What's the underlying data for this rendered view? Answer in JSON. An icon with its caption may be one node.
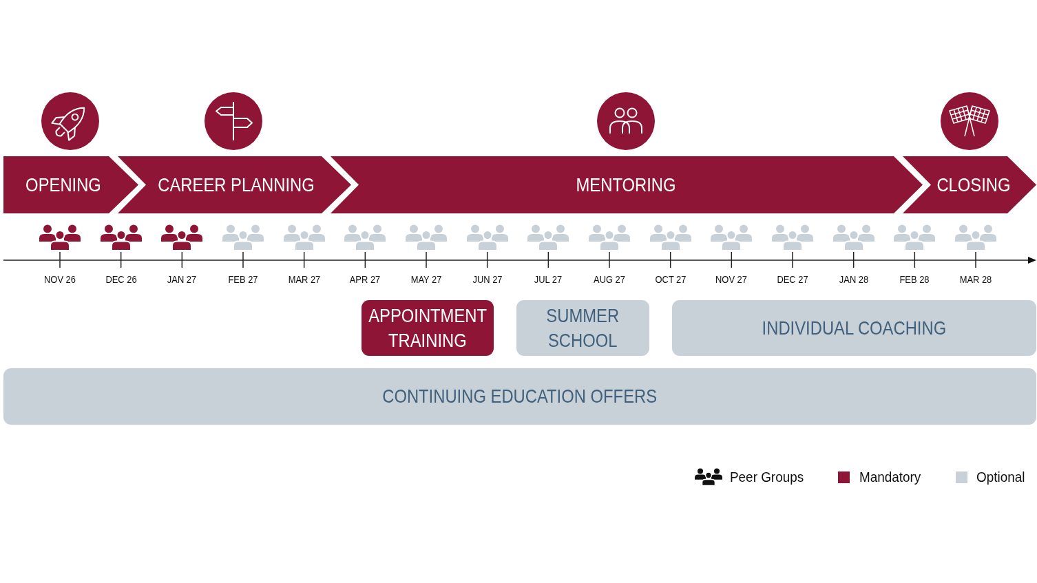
{
  "diagram": {
    "nodes": [
      {
        "text": [
          "OPENING"
        ]
      },
      {
        "text": [
          "CAREER PLANNING"
        ]
      },
      {
        "text": [
          "MENTORING"
        ]
      },
      {
        "text": [
          "CLOSING"
        ]
      },
      {
        "text": [
          "APPOINTMENT TRAINING"
        ]
      },
      {
        "text": [
          "SUMMER SCHOOL"
        ]
      },
      {
        "text": [
          "INDIVIDUAL COACHING"
        ]
      },
      {
        "text": [
          "CONTINUING EDUCATION OFFERS"
        ]
      }
    ],
    "labels": [
      "NOV 26",
      "DEC 26",
      "JAN 27",
      "FEB 27",
      "MAR 27",
      "APR 27",
      "MAY 27",
      "JUN 27",
      "JUL 27",
      "AUG 27",
      "OCT 27",
      "NOV 27",
      "DEC 27",
      "JAN 28",
      "FEB 28",
      "MAR 28"
    ],
    "legend": [
      {
        "text": "Peer Groups"
      },
      {
        "text": "Mandatory",
        "color": "#8f1536"
      },
      {
        "text": "Optional",
        "color": "#c8d0d8"
      }
    ]
  }
}
